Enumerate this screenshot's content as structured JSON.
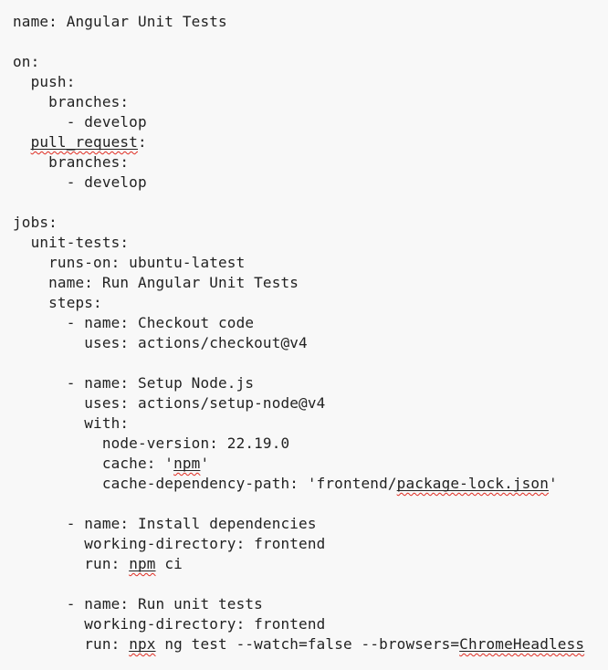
{
  "editor": {
    "colors": {
      "background": "#f8f8f8",
      "text": "#222222",
      "misspelling_squiggle": "#e02b20",
      "misspelling_underline": "#222222"
    },
    "lines": [
      {
        "segments": [
          {
            "text": "name: Angular Unit Tests"
          }
        ]
      },
      {
        "segments": []
      },
      {
        "segments": [
          {
            "text": "on:"
          }
        ]
      },
      {
        "segments": [
          {
            "text": "  push:"
          }
        ]
      },
      {
        "segments": [
          {
            "text": "    branches:"
          }
        ]
      },
      {
        "segments": [
          {
            "text": "      - develop"
          }
        ]
      },
      {
        "segments": [
          {
            "text": "  "
          },
          {
            "text": "pull_request",
            "misspelled": true
          },
          {
            "text": ":"
          }
        ]
      },
      {
        "segments": [
          {
            "text": "    branches:"
          }
        ]
      },
      {
        "segments": [
          {
            "text": "      - develop"
          }
        ]
      },
      {
        "segments": []
      },
      {
        "segments": [
          {
            "text": "jobs:"
          }
        ]
      },
      {
        "segments": [
          {
            "text": "  unit-tests:"
          }
        ]
      },
      {
        "segments": [
          {
            "text": "    runs-on: ubuntu-latest"
          }
        ]
      },
      {
        "segments": [
          {
            "text": "    name: Run Angular Unit Tests"
          }
        ]
      },
      {
        "segments": [
          {
            "text": "    steps:"
          }
        ]
      },
      {
        "segments": [
          {
            "text": "      - name: Checkout code"
          }
        ]
      },
      {
        "segments": [
          {
            "text": "        uses: actions/checkout@v4"
          }
        ]
      },
      {
        "segments": []
      },
      {
        "segments": [
          {
            "text": "      - name: Setup Node.js"
          }
        ]
      },
      {
        "segments": [
          {
            "text": "        uses: actions/setup-node@v4"
          }
        ]
      },
      {
        "segments": [
          {
            "text": "        with:"
          }
        ]
      },
      {
        "segments": [
          {
            "text": "          node-version: 22.19.0"
          }
        ]
      },
      {
        "segments": [
          {
            "text": "          cache: '"
          },
          {
            "text": "npm",
            "misspelled": true
          },
          {
            "text": "'"
          }
        ]
      },
      {
        "segments": [
          {
            "text": "          cache-dependency-path: 'frontend/"
          },
          {
            "text": "package-lock.json",
            "misspelled": true
          },
          {
            "text": "'"
          }
        ]
      },
      {
        "segments": []
      },
      {
        "segments": [
          {
            "text": "      - name: Install dependencies"
          }
        ]
      },
      {
        "segments": [
          {
            "text": "        working-directory: frontend"
          }
        ]
      },
      {
        "segments": [
          {
            "text": "        run: "
          },
          {
            "text": "npm",
            "misspelled": true
          },
          {
            "text": " ci"
          }
        ]
      },
      {
        "segments": []
      },
      {
        "segments": [
          {
            "text": "      - name: Run unit tests"
          }
        ]
      },
      {
        "segments": [
          {
            "text": "        working-directory: frontend"
          }
        ]
      },
      {
        "segments": [
          {
            "text": "        run: "
          },
          {
            "text": "npx",
            "misspelled": true
          },
          {
            "text": " ng test --watch=false --browsers="
          },
          {
            "text": "ChromeHeadless",
            "misspelled": true
          }
        ]
      }
    ]
  }
}
